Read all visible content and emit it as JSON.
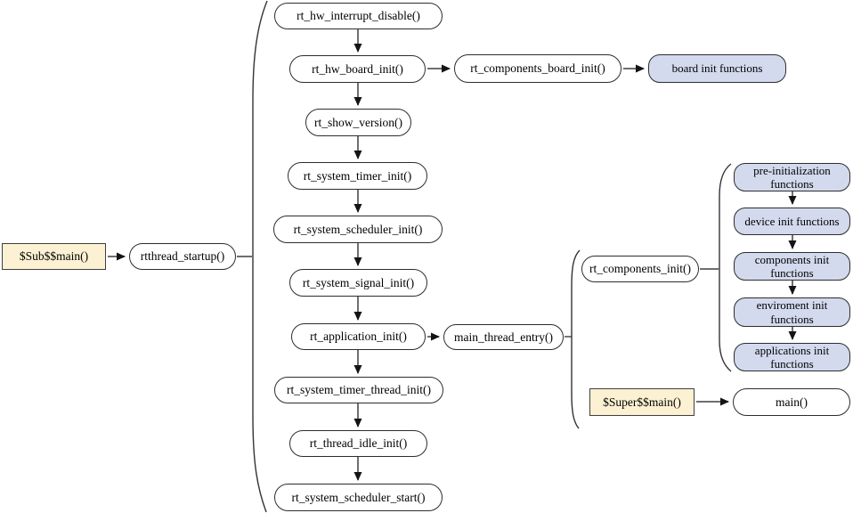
{
  "colors": {
    "blue_fill": "#d3daee",
    "tan_fill": "#fcf1d2",
    "arrow": "#3f3f3f"
  },
  "nodes": {
    "sub_main": "$Sub$$main()",
    "rtthread_startup": "rtthread_startup()",
    "hw_interrupt_disable": "rt_hw_interrupt_disable()",
    "hw_board_init": "rt_hw_board_init()",
    "components_board_init": "rt_components_board_init()",
    "board_init_functions": "board init functions",
    "show_version": "rt_show_version()",
    "system_timer_init": "rt_system_timer_init()",
    "system_scheduler_init": "rt_system_scheduler_init()",
    "system_signal_init": "rt_system_signal_init()",
    "application_init": "rt_application_init()",
    "main_thread_entry": "main_thread_entry()",
    "components_init": "rt_components_init()",
    "pre_init_functions": "pre-initialization functions",
    "device_init_functions": "device init functions",
    "components_init_functions": "components init functions",
    "enviroment_init_functions": "enviroment init functions",
    "applications_init_functions": "applications init functions",
    "super_main": "$Super$$main()",
    "main_fn": "main()",
    "system_timer_thread_init": "rt_system_timer_thread_init()",
    "thread_idle_init": "rt_thread_idle_init()",
    "system_scheduler_start": "rt_system_scheduler_start()"
  },
  "edges": [
    [
      "sub_main",
      "rtthread_startup",
      "arrow"
    ],
    [
      "rtthread_startup",
      "startup-group-brace",
      "line"
    ],
    [
      "hw_interrupt_disable",
      "hw_board_init",
      "arrow"
    ],
    [
      "hw_board_init",
      "components_board_init",
      "arrow"
    ],
    [
      "components_board_init",
      "board_init_functions",
      "arrow"
    ],
    [
      "hw_board_init",
      "show_version",
      "arrow"
    ],
    [
      "show_version",
      "system_timer_init",
      "arrow"
    ],
    [
      "system_timer_init",
      "system_scheduler_init",
      "arrow"
    ],
    [
      "system_scheduler_init",
      "system_signal_init",
      "arrow"
    ],
    [
      "system_signal_init",
      "application_init",
      "arrow"
    ],
    [
      "application_init",
      "main_thread_entry",
      "arrow"
    ],
    [
      "application_init",
      "system_timer_thread_init",
      "arrow"
    ],
    [
      "system_timer_thread_init",
      "thread_idle_init",
      "arrow"
    ],
    [
      "thread_idle_init",
      "system_scheduler_start",
      "arrow"
    ],
    [
      "main_thread_entry",
      "main-group-brace",
      "line"
    ],
    [
      "components_init",
      "init-functions-group-brace",
      "line"
    ],
    [
      "pre_init_functions",
      "device_init_functions",
      "arrow"
    ],
    [
      "device_init_functions",
      "components_init_functions",
      "arrow"
    ],
    [
      "components_init_functions",
      "enviroment_init_functions",
      "arrow"
    ],
    [
      "enviroment_init_functions",
      "applications_init_functions",
      "arrow"
    ],
    [
      "super_main",
      "main_fn",
      "arrow"
    ]
  ]
}
